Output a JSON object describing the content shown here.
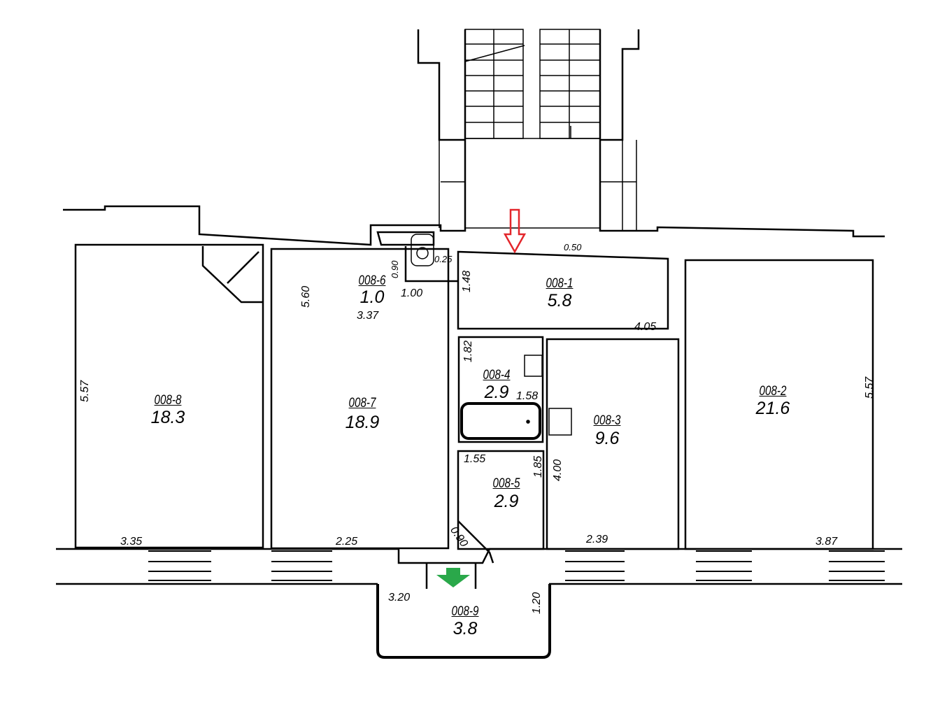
{
  "rooms": [
    {
      "code": "008-8",
      "area": "18.3"
    },
    {
      "code": "008-7",
      "area": "18.9"
    },
    {
      "code": "008-6",
      "area": "1.0"
    },
    {
      "code": "008-1",
      "area": "5.8"
    },
    {
      "code": "008-4",
      "area": "2.9"
    },
    {
      "code": "008-3",
      "area": "9.6"
    },
    {
      "code": "008-2",
      "area": "21.6"
    },
    {
      "code": "008-5",
      "area": "2.9"
    },
    {
      "code": "008-9",
      "area": "3.8"
    }
  ],
  "dimensions": [
    "5.57",
    "5.60",
    "0.90",
    "1.00",
    "3.37",
    "0.25",
    "1.48",
    "0.50",
    "4.05",
    "1.82",
    "1.58",
    "1.55",
    "1.85",
    "4.00",
    "0.90",
    "3.35",
    "2.25",
    "2.39",
    "3.87",
    "5.57",
    "3.20",
    "1.20"
  ],
  "markers": {
    "entrance_arrow_color": "#e3262b",
    "exit_arrow_color": "#2aa84a"
  }
}
